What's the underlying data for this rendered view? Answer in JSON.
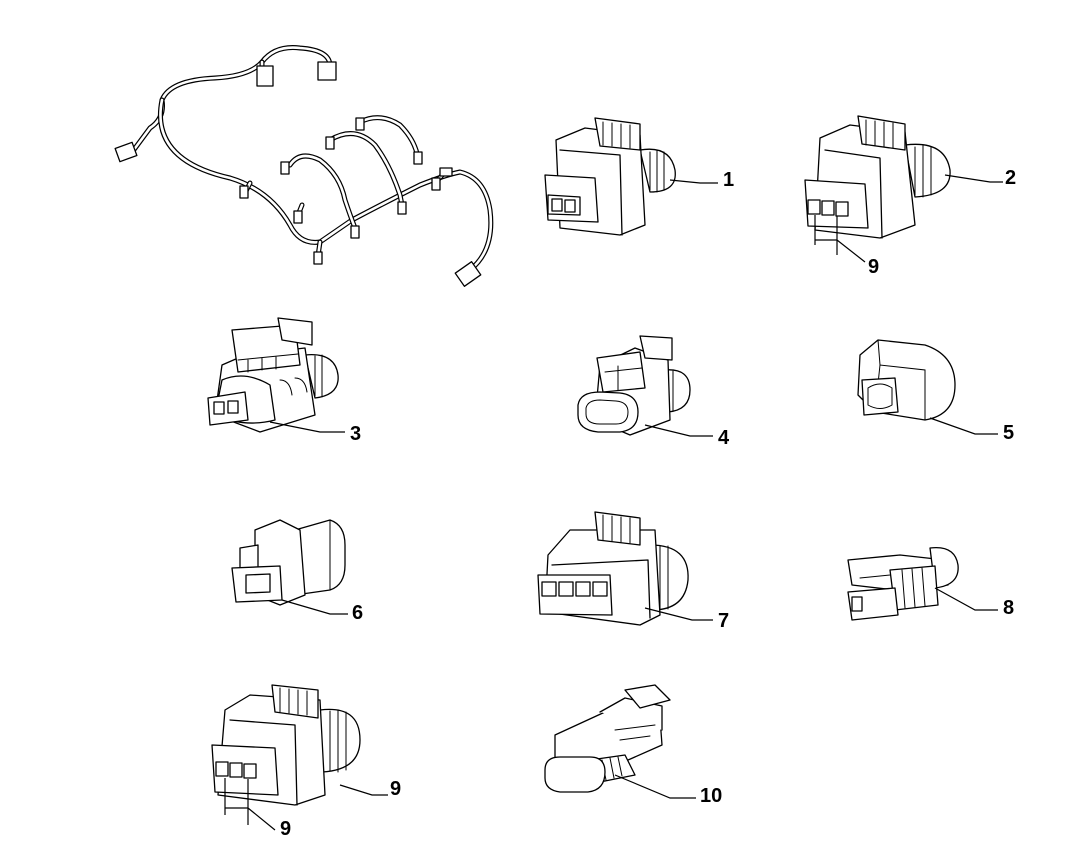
{
  "callouts": {
    "c1": "1",
    "c2": "2",
    "c2_sub": "9",
    "c3": "3",
    "c4": "4",
    "c5": "5",
    "c6": "6",
    "c7": "7",
    "c8": "8",
    "c9": "9",
    "c9_sub": "9",
    "c10": "10"
  },
  "colors": {
    "line": "#000000",
    "background": "#ffffff"
  }
}
